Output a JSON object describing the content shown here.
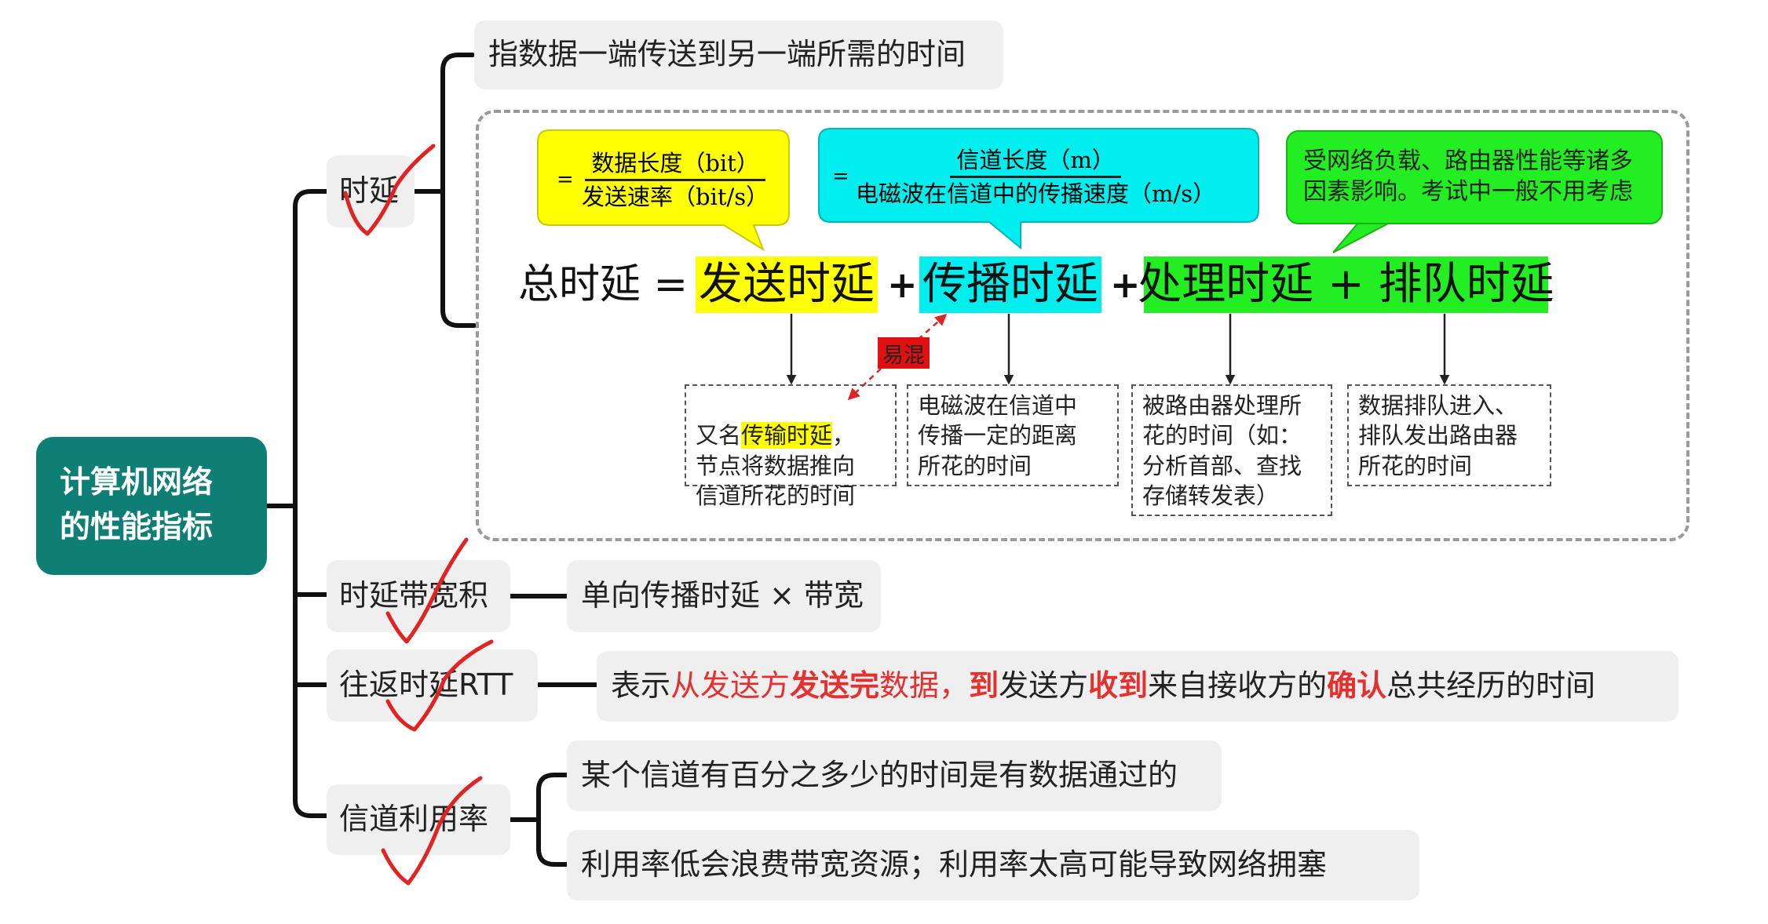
{
  "root": {
    "title": "计算机网络\n的性能指标"
  },
  "delay": {
    "label": "时延",
    "definition": "指数据一端传送到另一端所需的时间",
    "formula": {
      "lhs": "总时延 =",
      "transmission": "发送时延",
      "plus1": "+",
      "propagation": "传播时延",
      "plus2": "+",
      "processing_queuing": "处理时延 + 排队时延"
    },
    "transmission_formula": {
      "eq": "=",
      "numerator": "数据长度（bit）",
      "denominator": "发送速率（bit/s）"
    },
    "propagation_formula": {
      "eq": "=",
      "numerator": "信道长度（m）",
      "denominator": "电磁波在信道中的传播速度（m/s）"
    },
    "other_note": "受网络负载、路由器性能等诸多\n因素影响。考试中一般不用考虑",
    "confusable_tag": "易混",
    "transmission_note": {
      "prefix": "又名",
      "highlight": "传输时延",
      "suffix": "，",
      "rest": "节点将数据推向\n信道所花的时间"
    },
    "propagation_note": "电磁波在信道中\n传播一定的距离\n所花的时间",
    "processing_note": "被路由器处理所\n花的时间（如：\n分析首部、查找\n存储转发表）",
    "queuing_note": "数据排队进入、\n排队发出路由器\n所花的时间"
  },
  "bdp": {
    "label": "时延带宽积",
    "definition": "单向传播时延 × 带宽"
  },
  "rtt": {
    "label": "往返时延RTT",
    "parts": [
      "表示",
      "从发送方",
      "发送完",
      "数据，",
      "到",
      "发送方",
      "收到",
      "来自接收方的",
      "确认",
      "总共经历的时间"
    ]
  },
  "utilization": {
    "label": "信道利用率",
    "items": [
      "某个信道有百分之多少的时间是有数据通过的",
      "利用率低会浪费带宽资源；利用率太高可能导致网络拥塞"
    ]
  },
  "colors": {
    "root_bg": "#0f7f75",
    "pill_bg": "#efefef",
    "yellow": "#ffff00",
    "cyan": "#00eeee",
    "green": "#22ee22",
    "red": "#e53030",
    "checkmark": "#e02424"
  }
}
